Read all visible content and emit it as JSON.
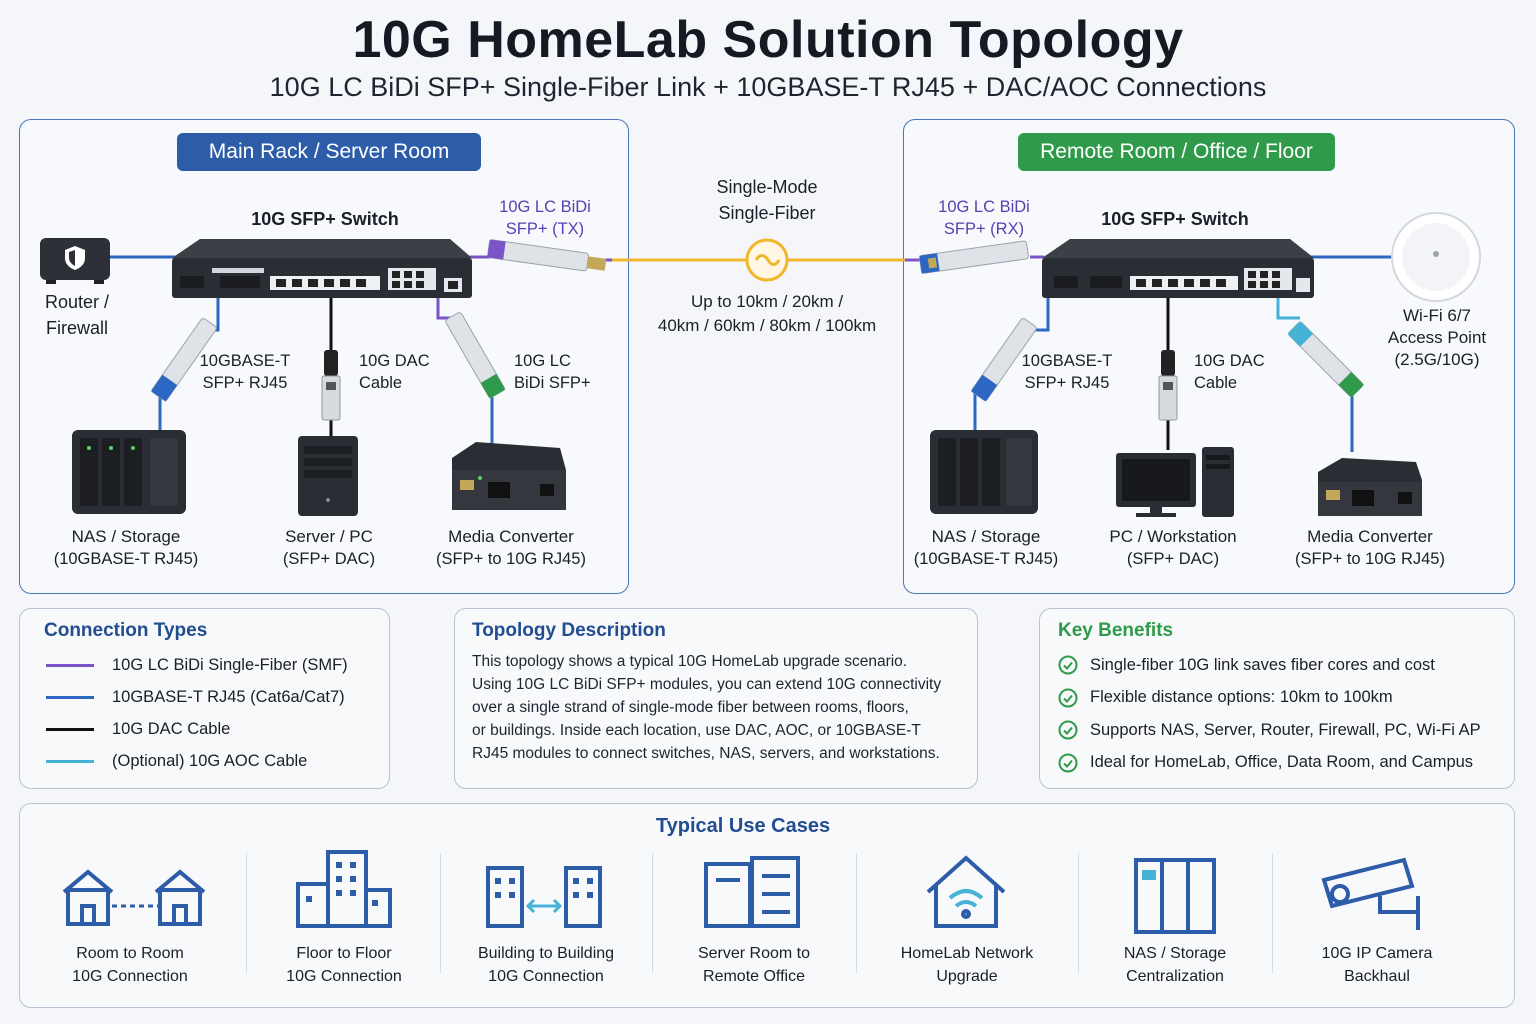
{
  "header": {
    "title": "10G HomeLab Solution Topology",
    "subtitle": "10G LC BiDi SFP+ Single-Fiber Link + 10GBASE-T RJ45 + DAC/AOC Connections"
  },
  "colors": {
    "fiber": "#7a55c8",
    "rj45": "#2c68c3",
    "dac": "#111111",
    "aoc": "#46b3d6",
    "link": "#f0b62c",
    "main_badge": "#2d5ca8",
    "remote_badge": "#2f9a4a",
    "benefit_green": "#2f9a4a",
    "heading_blue": "#234d91"
  },
  "main_rack": {
    "badge": "Main Rack / Server Room",
    "switch_label": "10G SFP+ Switch",
    "router": {
      "line1": "Router /",
      "line2": "Firewall"
    },
    "sfp_tx": {
      "line1": "10G LC BiDi",
      "line2": "SFP+ (TX)"
    },
    "conn_rj45": {
      "line1": "10GBASE-T",
      "line2": "SFP+ RJ45"
    },
    "conn_dac": {
      "line1": "10G DAC",
      "line2": "Cable"
    },
    "conn_bidi": {
      "line1": "10G LC",
      "line2": "BiDi SFP+"
    },
    "nas": {
      "name": "NAS / Storage",
      "detail": "(10GBASE-T RJ45)"
    },
    "server": {
      "name": "Server / PC",
      "detail": "(SFP+ DAC)"
    },
    "converter": {
      "name": "Media Converter",
      "detail": "(SFP+ to 10G RJ45)"
    }
  },
  "link": {
    "line1": "Single-Mode",
    "line2": "Single-Fiber",
    "dist1": "Up to 10km / 20km /",
    "dist2": "40km / 60km / 80km / 100km"
  },
  "remote": {
    "badge": "Remote Room / Office / Floor",
    "switch_label": "10G SFP+ Switch",
    "sfp_rx": {
      "line1": "10G LC BiDi",
      "line2": "SFP+ (RX)"
    },
    "ap": {
      "line1": "Wi-Fi 6/7",
      "line2": "Access Point",
      "line3": "(2.5G/10G)"
    },
    "conn_rj45": {
      "line1": "10GBASE-T",
      "line2": "SFP+ RJ45"
    },
    "conn_dac": {
      "line1": "10G DAC",
      "line2": "Cable"
    },
    "nas": {
      "name": "NAS / Storage",
      "detail": "(10GBASE-T RJ45)"
    },
    "pc": {
      "name": "PC / Workstation",
      "detail": "(SFP+ DAC)"
    },
    "converter": {
      "name": "Media Converter",
      "detail": "(SFP+ to 10G RJ45)"
    }
  },
  "connection_types": {
    "title": "Connection Types",
    "items": [
      {
        "label": "10G LC BiDi Single-Fiber (SMF)",
        "color": "#7a55c8"
      },
      {
        "label": "10GBASE-T RJ45 (Cat6a/Cat7)",
        "color": "#2c68c3"
      },
      {
        "label": "10G DAC Cable",
        "color": "#111111"
      },
      {
        "label": "(Optional) 10G AOC Cable",
        "color": "#46b3d6"
      }
    ]
  },
  "topology_description": {
    "title": "Topology Description",
    "lines": [
      "This topology shows a typical 10G HomeLab upgrade scenario.",
      "Using 10G LC BiDi SFP+ modules, you can extend 10G connectivity",
      "over a single strand of single-mode fiber between rooms, floors,",
      "or buildings. Inside each location, use DAC, AOC, or 10GBASE-T",
      "RJ45 modules to connect switches, NAS, servers, and workstations."
    ]
  },
  "key_benefits": {
    "title": "Key Benefits",
    "items": [
      "Single-fiber 10G link saves fiber cores and cost",
      "Flexible distance options: 10km to 100km",
      "Supports NAS, Server, Router, Firewall, PC, Wi-Fi AP",
      "Ideal for HomeLab, Office, Data Room, and Campus"
    ]
  },
  "use_cases": {
    "title": "Typical Use Cases",
    "items": [
      {
        "line1": "Room to Room",
        "line2": "10G Connection",
        "icon": "houses-icon"
      },
      {
        "line1": "Floor to Floor",
        "line2": "10G Connection",
        "icon": "office-building-icon"
      },
      {
        "line1": "Building to Building",
        "line2": "10G Connection",
        "icon": "two-buildings-icon"
      },
      {
        "line1": "Server Room to",
        "line2": "Remote Office",
        "icon": "server-rack-icon"
      },
      {
        "line1": "HomeLab Network",
        "line2": "Upgrade",
        "icon": "wifi-home-icon"
      },
      {
        "line1": "NAS / Storage",
        "line2": "Centralization",
        "icon": "storage-cabinet-icon"
      },
      {
        "line1": "10G IP Camera",
        "line2": "Backhaul",
        "icon": "security-camera-icon"
      }
    ]
  }
}
